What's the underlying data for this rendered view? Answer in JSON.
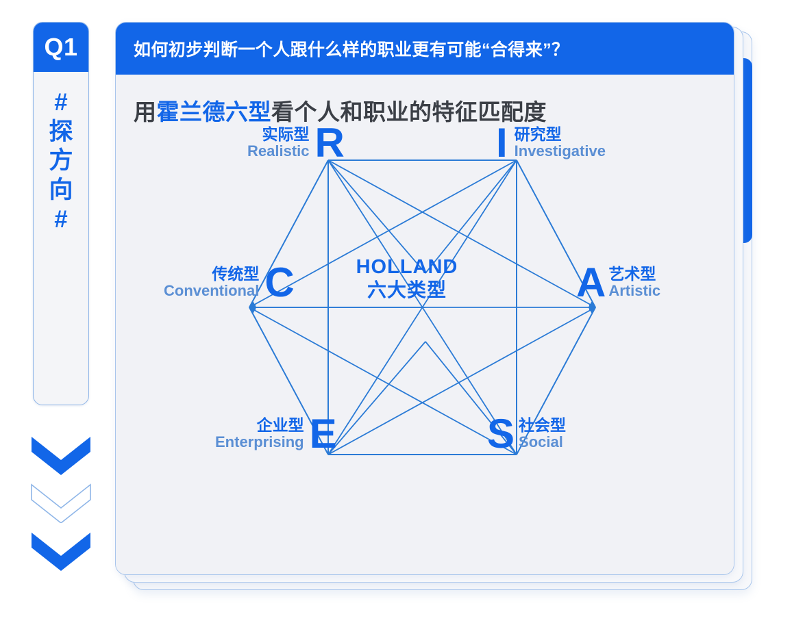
{
  "sidebar": {
    "question_number": "Q1",
    "vertical_text": [
      "#",
      "探",
      "方",
      "向",
      "#"
    ],
    "chevrons": [
      {
        "name": "chevron-down-icon-1",
        "style": "solid"
      },
      {
        "name": "chevron-down-icon-2",
        "style": "outline"
      },
      {
        "name": "chevron-down-icon-3",
        "style": "solid"
      }
    ]
  },
  "card": {
    "header_title": "如何初步判断一个人跟什么样的职业更有可能“合得来”？",
    "subtitle_prefix": "用",
    "subtitle_highlight": "霍兰德六型",
    "subtitle_suffix": "看个人和职业的特征匹配度"
  },
  "diagram": {
    "center_en": "HOLLAND",
    "center_cn": "六大类型",
    "vertices": [
      {
        "letter": "R",
        "cn": "实际型",
        "en": "Realistic"
      },
      {
        "letter": "I",
        "cn": "研究型",
        "en": "Investigative"
      },
      {
        "letter": "A",
        "cn": "艺术型",
        "en": "Artistic"
      },
      {
        "letter": "S",
        "cn": "社会型",
        "en": "Social"
      },
      {
        "letter": "E",
        "cn": "企业型",
        "en": "Enterprising"
      },
      {
        "letter": "C",
        "cn": "传统型",
        "en": "Conventional"
      }
    ]
  },
  "colors": {
    "brand_blue": "#1266E8",
    "line_blue": "#2B7BD6",
    "accent_orange": "#F59A1A",
    "card_bg": "#F1F2F6",
    "border_blue": "#A9C6EC",
    "text_dark": "#3B3F46",
    "en_label_blue": "#5B8FD4"
  }
}
